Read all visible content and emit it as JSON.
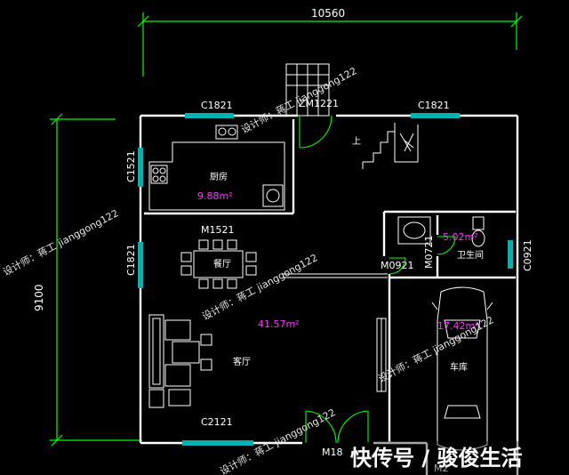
{
  "dimensions": {
    "total_width": "10560",
    "total_depth": "9100"
  },
  "windows": {
    "kitchen_top": "C1821",
    "top_right": "C1821",
    "kitchen_left": "C1521",
    "dining_left": "C1821",
    "living_bottom": "C2121",
    "bath_right": "C0921"
  },
  "doors": {
    "entry": "ZM1221",
    "dining": "M1521",
    "hall": "M0921",
    "bath": "M0721",
    "front": "M18",
    "garage": "M2"
  },
  "stair_label": "上",
  "rooms": {
    "kitchen": {
      "name": "厨房",
      "area": "9.88m²"
    },
    "dining": {
      "name": "餐厅"
    },
    "living": {
      "name": "客厅",
      "area": "41.57m²"
    },
    "bath": {
      "name": "卫生间",
      "area": "5.02m²"
    },
    "garage": {
      "name": "车库",
      "area": "17.42m²"
    }
  },
  "watermark": "设计师：蒋工 jianggong122",
  "brand_overlay": "快传号 / 骏俊生活",
  "colors": {
    "background": "#000000",
    "dimension_lines": "#00ff00",
    "windows": "#00ffff",
    "walls": "#ffffff",
    "areas": "#ff33ff"
  }
}
